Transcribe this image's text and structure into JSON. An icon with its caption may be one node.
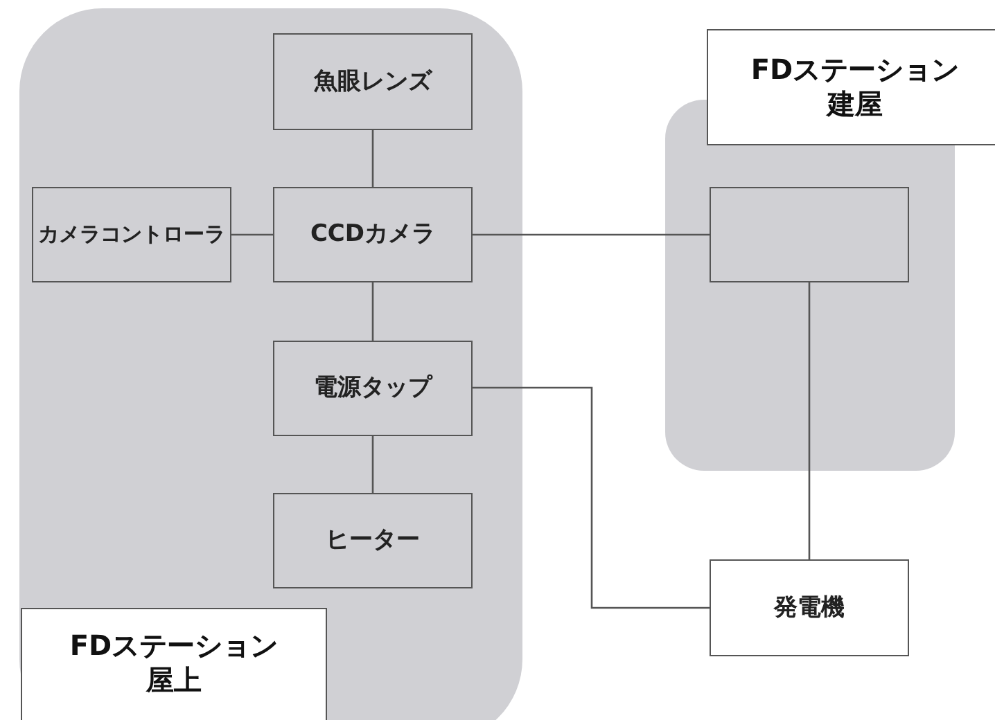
{
  "diagram": {
    "nodes": [
      {
        "text": [
          "FDステーション屋上"
        ]
      },
      {
        "text": [
          "魚眼レンズ"
        ],
        "in": 0
      },
      {
        "text": [
          "カメラコントローラ"
        ],
        "in": 0
      },
      {
        "text": [
          "CCDカメラ"
        ],
        "in": 0
      },
      {
        "text": [
          "電源タップ"
        ],
        "in": 0
      },
      {
        "text": [
          "ヒーター"
        ],
        "in": 0
      },
      {
        "text": [
          "FDステーション建屋"
        ]
      },
      {
        "text": [],
        "shape": "box",
        "in": 6
      },
      {
        "text": [
          "発電機"
        ]
      }
    ],
    "edges": [
      {
        "from": 1,
        "to": 3,
        "arrow": "none"
      },
      {
        "from": 2,
        "to": 3,
        "arrow": "none"
      },
      {
        "from": 3,
        "to": 7,
        "arrow": "none"
      },
      {
        "from": 3,
        "to": 4,
        "arrow": "none"
      },
      {
        "from": 4,
        "to": 5,
        "arrow": "none"
      },
      {
        "from": 4,
        "to": 8,
        "arrow": "none"
      },
      {
        "from": 7,
        "to": 8,
        "arrow": "none"
      }
    ]
  }
}
